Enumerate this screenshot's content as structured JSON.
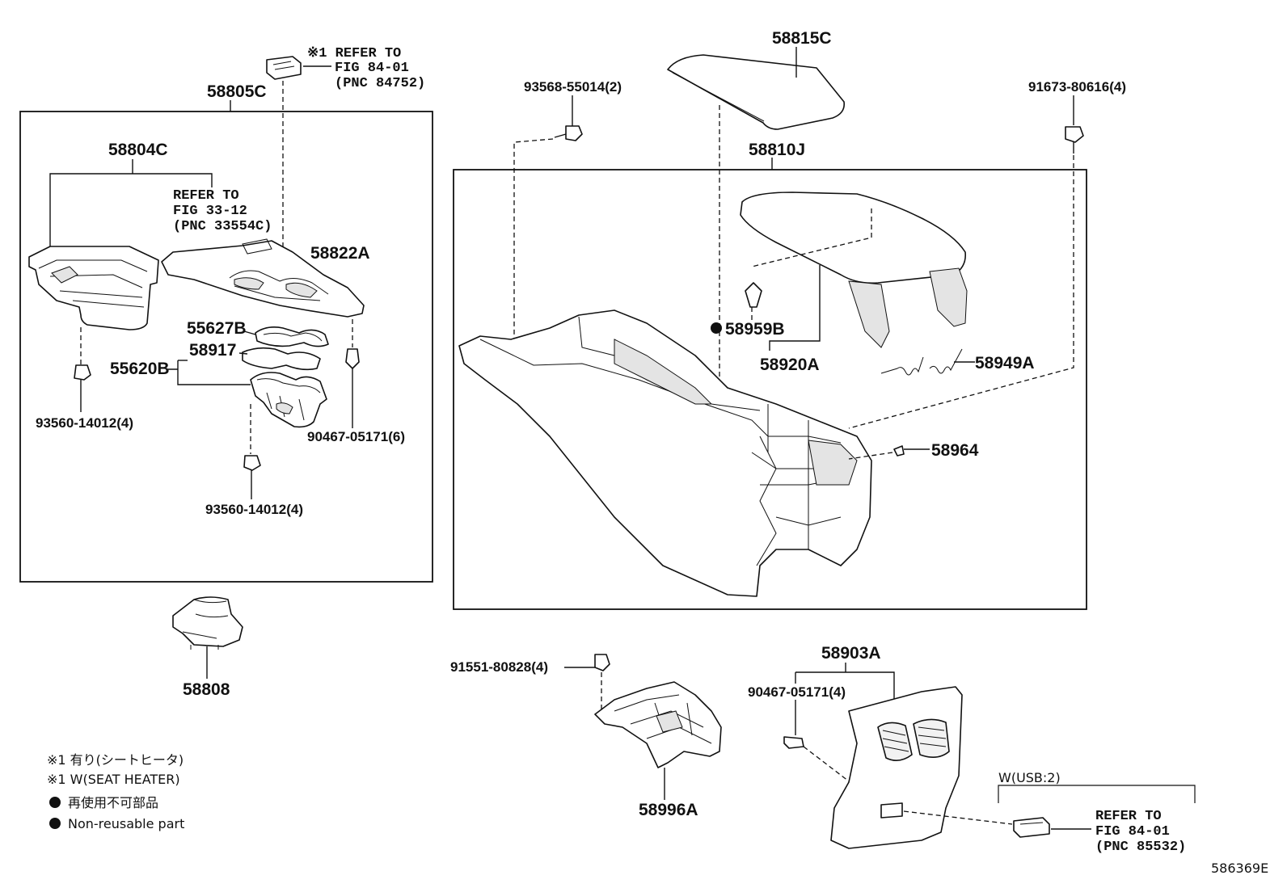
{
  "diagram_id": "586369E",
  "groups": {
    "left": {
      "label": "58805C"
    },
    "right": {
      "label": "58810J"
    }
  },
  "parts": {
    "p58815C": "58815C",
    "p58804C": "58804C",
    "p58822A": "58822A",
    "p55627B": "55627B",
    "p58917": "58917",
    "p55620B": "55620B",
    "p58808": "58808",
    "p58959B": "58959B",
    "p58920A": "58920A",
    "p58949A": "58949A",
    "p58964": "58964",
    "p58903A": "58903A",
    "p58996A": "58996A"
  },
  "fasteners": {
    "f93568": "93568-55014(2)",
    "f91673": "91673-80616(4)",
    "f93560a": "93560-14012(4)",
    "f90467a": "90467-05171(6)",
    "f93560b": "93560-14012(4)",
    "f91551": "91551-80828(4)",
    "f90467b": "90467-05171(4)"
  },
  "references": {
    "ref_top": [
      "※1 REFER TO",
      "FIG 84-01",
      "(PNC 84752)"
    ],
    "ref_left": [
      "REFER TO",
      "FIG 33-12",
      "(PNC 33554C)"
    ],
    "ref_usb": [
      "REFER TO",
      "FIG 84-01",
      "(PNC 85532)"
    ],
    "usb_condition": "W(USB:2)"
  },
  "legend": {
    "line1": "※1 有り(シートヒータ)",
    "line2": "※1 W(SEAT HEATER)",
    "line3": "再使用不可部品",
    "line4": "Non-reusable part"
  }
}
